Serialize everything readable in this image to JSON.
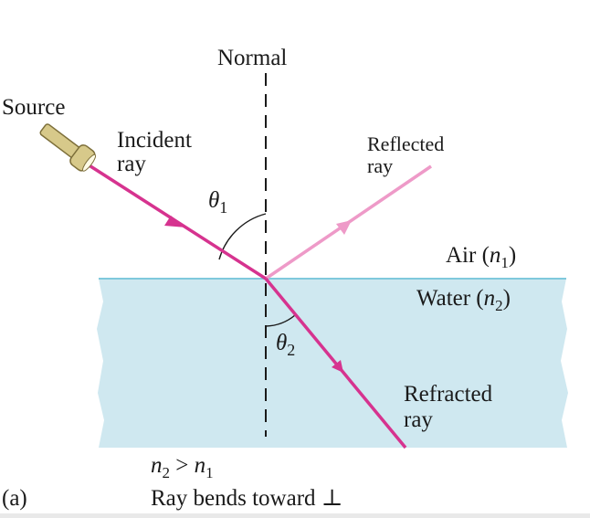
{
  "panel_label": "(a)",
  "labels": {
    "normal": "Normal",
    "source": "Source",
    "incident_line1": "Incident",
    "incident_line2": "ray",
    "reflected_line1": "Reflected",
    "reflected_line2": "ray",
    "refracted_line1": "Refracted",
    "refracted_line2": "ray",
    "theta1": "θ",
    "theta1_sub": "1",
    "theta2": "θ",
    "theta2_sub": "2",
    "air": "Air (",
    "air_n": "n",
    "air_sub": "1",
    "air_close": ")",
    "water": "Water (",
    "water_n": "n",
    "water_sub": "2",
    "water_close": ")",
    "relation_n2": "n",
    "relation_sub2": "2",
    "relation_gt": " > ",
    "relation_n1": "n",
    "relation_sub1": "1",
    "conclusion": "Ray bends toward ⊥"
  },
  "colors": {
    "incident_ray": "#d6338f",
    "refracted_ray": "#d6338f",
    "reflected_ray": "#ee9ac8",
    "water": "#cfe8f0",
    "surface_line": "#7fc9dc",
    "normal_line": "#1a1a1a",
    "source_body": "#d7c98a"
  }
}
